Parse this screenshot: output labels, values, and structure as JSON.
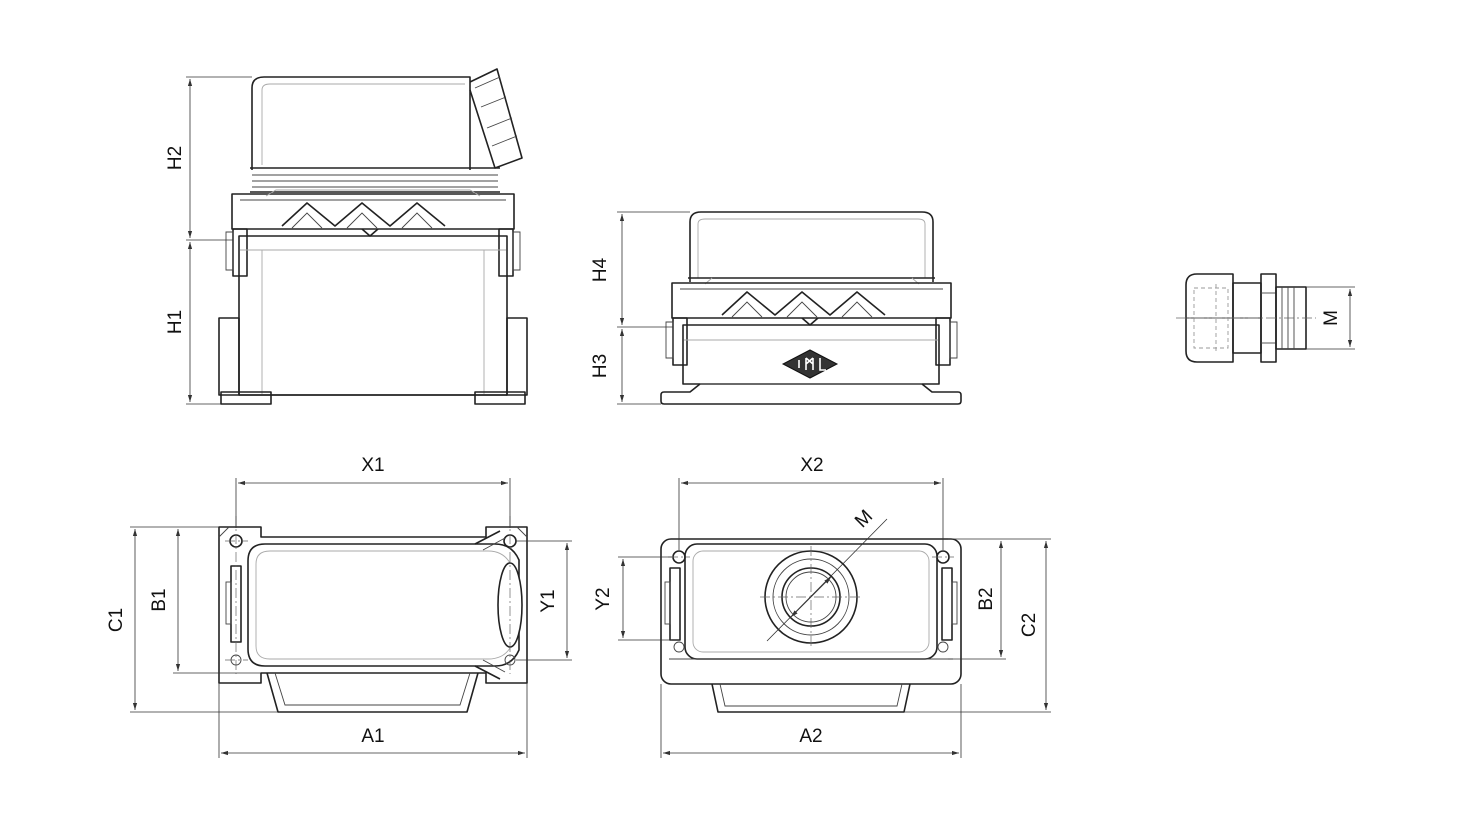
{
  "colors": {
    "line": "#222222",
    "dimension": "#333333",
    "background": "#ffffff"
  },
  "labels": {
    "h1": "H1",
    "h2": "H2",
    "h3": "H3",
    "h4": "H4",
    "m_gland": "M",
    "m_hole": "M",
    "x1": "X1",
    "x2": "X2",
    "a1": "A1",
    "a2": "A2",
    "b1": "B1",
    "b2": "B2",
    "c1": "C1",
    "c2": "C2",
    "y1": "Y1",
    "y2": "Y2"
  },
  "icons": {
    "logo": "diamond-logo-icon"
  }
}
